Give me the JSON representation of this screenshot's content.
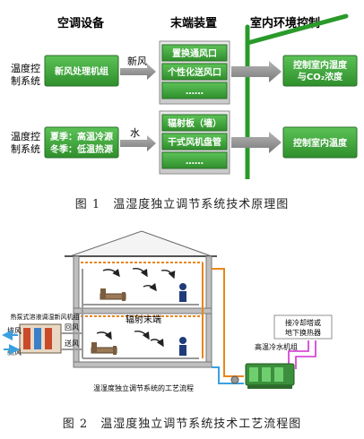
{
  "figure1": {
    "headers": {
      "equipment": "空调设备",
      "terminal": "末端装置",
      "indoor": "室内环境控制"
    },
    "humidity_system_label": [
      "温度控",
      "制系统"
    ],
    "temperature_system_label": [
      "温度控",
      "制系统"
    ],
    "fresh_air_unit": "新风处理机组",
    "fresh_air_label": "新风",
    "water_label": "水",
    "cooling_heating": {
      "summer": "夏季：高温冷源",
      "winter": "冬季：低温热源"
    },
    "terminal_air": [
      "置换通风口",
      "个性化送风口",
      "……"
    ],
    "terminal_water": [
      "辐射板（墙）",
      "干式风机盘管",
      "……"
    ],
    "control_humidity": [
      "控制室内湿度",
      "与CO₂浓度"
    ],
    "control_temperature": "控制室内温度",
    "caption": "图 1　温湿度独立调节系统技术原理图"
  },
  "figure2": {
    "radiant_terminal": "辐射末端",
    "heat_pump_unit": "热泵式溶液调湿新风机组",
    "exhaust_label": "排风",
    "fresh_air_label": "新风",
    "return_air_label": "回风",
    "supply_air_label": "送风",
    "cooling_tower": [
      "接冷却塔或",
      "地下换热器"
    ],
    "chiller": "高温冷水机组",
    "inner_caption": "温湿度独立调节系统的工艺流程",
    "caption": "图 2　温湿度独立调节系统技术工艺流程图"
  },
  "colors": {
    "green_box": "#3fa63a",
    "gray_box": "#d8d8d8",
    "arrow_gray": "#8a8a8a",
    "orange_pipe": "#e8861a",
    "magenta_pipe": "#d22fd2",
    "blue_pipe": "#3aa0e0"
  }
}
